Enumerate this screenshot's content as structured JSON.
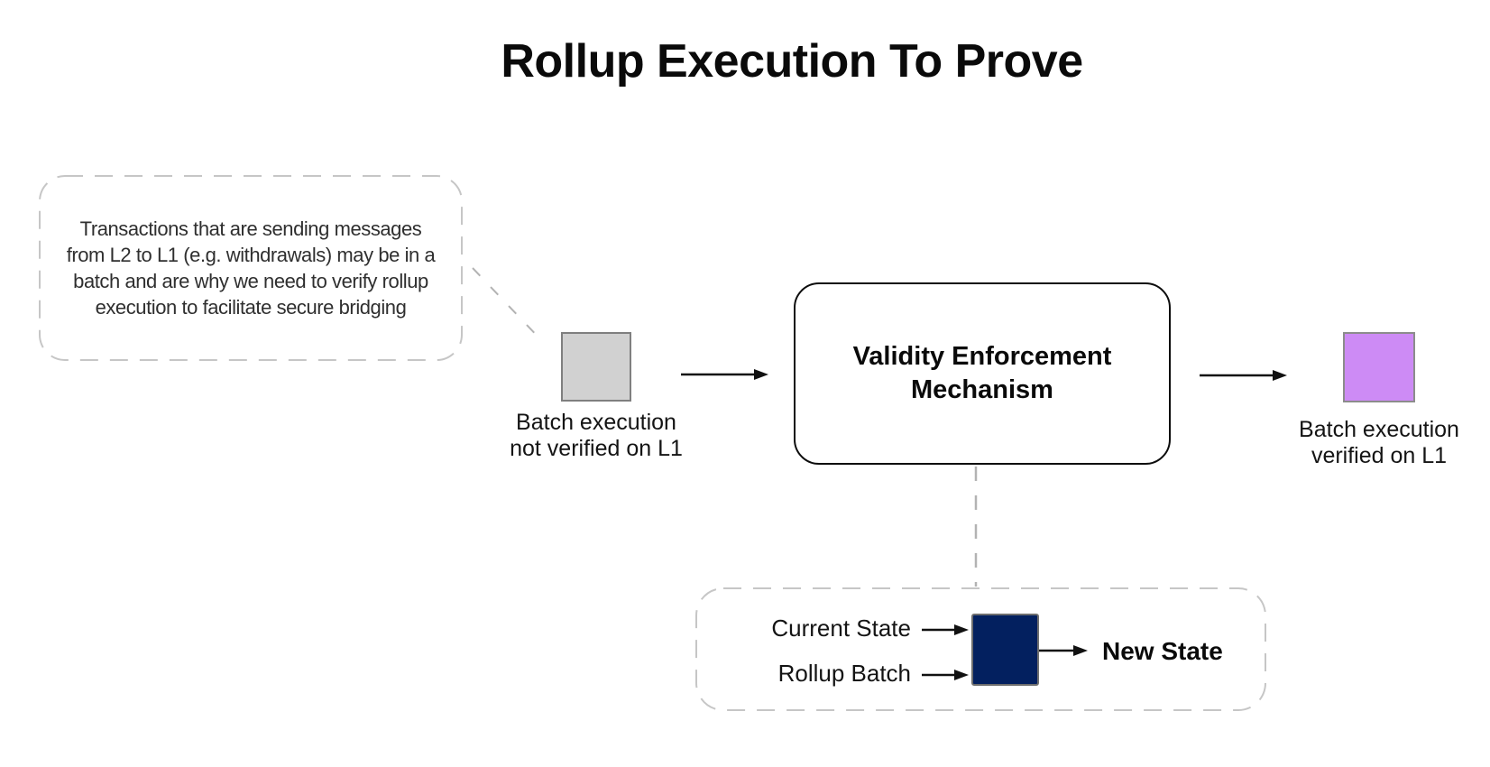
{
  "title": "Rollup Execution To Prove",
  "callout": {
    "text": "Transactions that are sending messages\nfrom L2 to L1 (e.g. withdrawals) may be in a\nbatch and are why we need to verify rollup\nexecution to facilitate secure bridging"
  },
  "nodes": {
    "unverified": {
      "label": "Batch execution\nnot verified on L1"
    },
    "mechanism": {
      "label": "Validity Enforcement\nMechanism"
    },
    "verified": {
      "label": "Batch execution\nverified on L1"
    }
  },
  "state_transition": {
    "current_state_label": "Current State",
    "rollup_batch_label": "Rollup Batch",
    "new_state_label": "New State"
  },
  "colors": {
    "unverified_fill": "#d1d1d1",
    "verified_fill": "#cd8bf5",
    "state_fill": "#03205f",
    "dashed_gray": "#c6c6c6",
    "connector_gray": "#b3b3b3",
    "arrow_black": "#111111"
  }
}
